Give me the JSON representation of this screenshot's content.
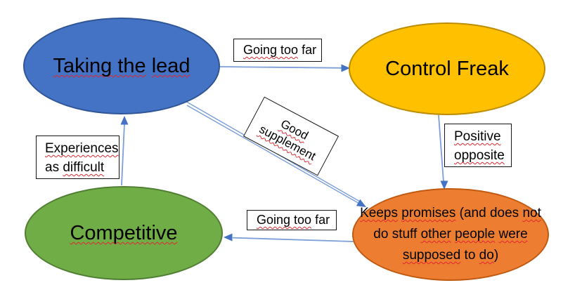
{
  "diagram": {
    "title": "Behaviour traits concept map",
    "colors": {
      "node_blue_fill": "#4472C4",
      "node_blue_border": "#2F5597",
      "node_gold_fill": "#FFC000",
      "node_gold_border": "#BC8C00",
      "node_green_fill": "#70AD47",
      "node_green_border": "#507E32",
      "node_orange_fill": "#ED7D31",
      "node_orange_border": "#C05A11",
      "connector_line": "#7C9ED9",
      "connector_arrowhead": "#4472C4",
      "spellcheck_squiggle": "#E0262E",
      "label_box_border": "#141414",
      "label_box_fill": "#FFFFFF",
      "background": "#FFFFFF"
    },
    "nodes": {
      "taking_the_lead": {
        "label": "Taking the lead",
        "parts": [
          {
            "t": "Taking the",
            "w": true
          },
          {
            "t": " ",
            "w": false
          },
          {
            "t": "lead",
            "w": true
          }
        ]
      },
      "control_freak": {
        "label": "Control Freak",
        "parts": [
          {
            "t": "Control Freak",
            "w": false
          }
        ]
      },
      "competitive": {
        "label": "Competitive",
        "parts": [
          {
            "t": "Competitive",
            "w": true
          }
        ]
      },
      "keeps_promises": {
        "label": "Keeps promises (and does not do stuff other people were supposed to do)",
        "lines": [
          [
            {
              "t": "Keeps",
              "w": true
            },
            {
              "t": " ",
              "w": false
            },
            {
              "t": "promises",
              "w": true
            },
            {
              "t": " (and does ",
              "w": false
            },
            {
              "t": "not",
              "w": true
            }
          ],
          [
            {
              "t": "do stuff ",
              "w": false
            },
            {
              "t": "other",
              "w": true
            },
            {
              "t": " ",
              "w": false
            },
            {
              "t": "people",
              "w": true
            },
            {
              "t": " ",
              "w": false
            },
            {
              "t": "were",
              "w": true
            }
          ],
          [
            {
              "t": "supposed",
              "w": true
            },
            {
              "t": " to ",
              "w": false
            },
            {
              "t": "do",
              "w": true
            },
            {
              "t": ")",
              "w": false
            }
          ]
        ]
      }
    },
    "edge_labels": {
      "going_too_far_top": {
        "label": "Going too far",
        "parts": [
          {
            "t": "Going too",
            "w": true
          },
          {
            "t": " far",
            "w": false
          }
        ]
      },
      "good_supplement": {
        "label": "Good supplement",
        "lines": [
          [
            {
              "t": "Good",
              "w": true
            }
          ],
          [
            {
              "t": "supplement",
              "w": true
            }
          ]
        ]
      },
      "positive_opposite": {
        "label": "Positive opposite",
        "lines": [
          [
            {
              "t": "Positive",
              "w": true
            }
          ],
          [
            {
              "t": "opposite",
              "w": true
            }
          ]
        ]
      },
      "experiences_as_difficult": {
        "label": "Experiences as difficult",
        "lines": [
          [
            {
              "t": "Experiences",
              "w": true
            }
          ],
          [
            {
              "t": "as ",
              "w": false
            },
            {
              "t": "difficult",
              "w": true
            }
          ]
        ]
      },
      "going_too_far_bottom": {
        "label": "Going too far",
        "parts": [
          {
            "t": "Going too",
            "w": true
          },
          {
            "t": " far",
            "w": false
          }
        ]
      }
    },
    "connections": [
      {
        "from": "Taking the lead",
        "to": "Control Freak",
        "label": "Going too far"
      },
      {
        "from": "Control Freak",
        "to": "Keeps promises (and does not do stuff other people were supposed to do)",
        "label": "Positive opposite"
      },
      {
        "from": "Taking the lead",
        "to": "Keeps promises (and does not do stuff other people were supposed to do)",
        "label": "Good supplement"
      },
      {
        "from": "Keeps promises (and does not do stuff other people were supposed to do)",
        "to": "Competitive",
        "label": "Going too far"
      },
      {
        "from": "Competitive",
        "to": "Taking the lead",
        "label": "Experiences as difficult"
      }
    ]
  }
}
